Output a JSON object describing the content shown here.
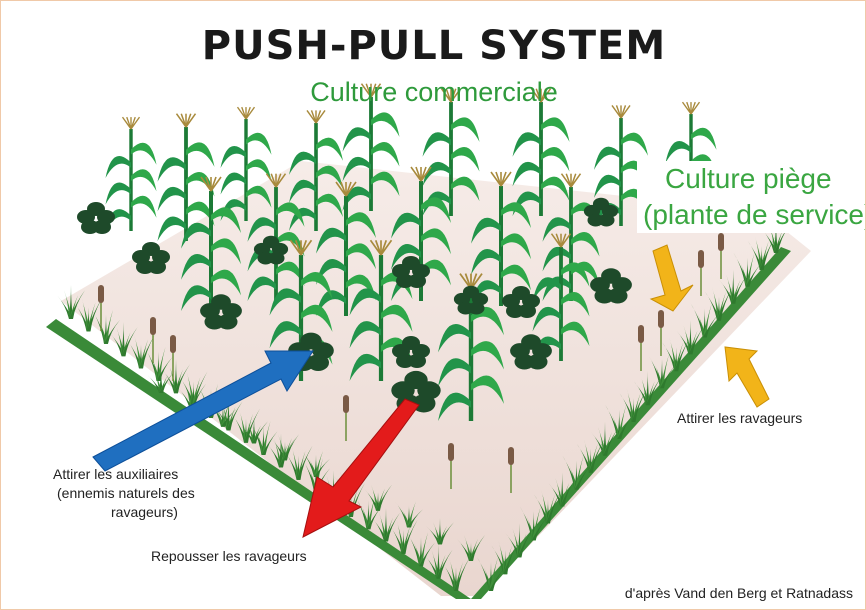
{
  "title": "PUSH-PULL SYSTEM",
  "subtitle": "Culture commerciale",
  "trap_crop": {
    "line1": "Culture piège",
    "line2": "(plante de service)"
  },
  "labels": {
    "attract_pests": "Attirer les ravageurs",
    "attract_auxiliaries_line1": "Attirer les auxiliaires",
    "attract_auxiliaries_line2": "(ennemis naturels des",
    "attract_auxiliaries_line3": "ravageurs)",
    "repel_pests": "Repousser les ravageurs"
  },
  "credit": "d'après Vand den Berg et Ratnadass",
  "colors": {
    "title": "#1a1a1a",
    "green_text": "#2e9a3b",
    "field": "#f1e4df",
    "maize": "#2fa84a",
    "maize_dark": "#1c7a36",
    "desmodium": "#1e4a2a",
    "grass": "#3f8f3a",
    "blue_arrow": "#1f6fc0",
    "red_arrow": "#e31b1b",
    "yellow_arrow": "#f2b419"
  }
}
